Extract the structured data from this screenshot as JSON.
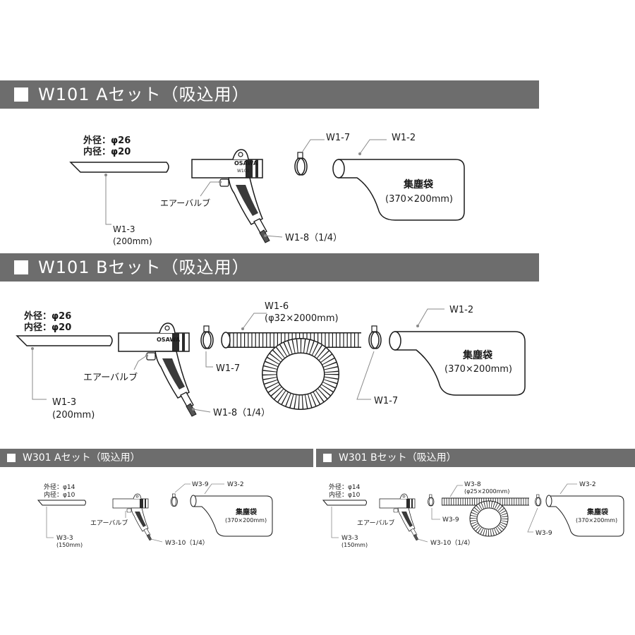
{
  "sections": {
    "w101a": {
      "title": "W101 Aセット（吸込用）",
      "outer": "外径：φ26",
      "inner": "内径：φ20",
      "gun_brand": "OSAWA",
      "gun_model": "W101",
      "air_valve": "エアーバルブ",
      "nozzle_code": "W1-3",
      "nozzle_len": "(200mm)",
      "coupler": "W1-8（1/4）",
      "band_code": "W1-7",
      "bag_code": "W1-2",
      "bag_name": "集塵袋",
      "bag_size": "(370×200mm)"
    },
    "w101b": {
      "title": "W101 Bセット（吸込用）",
      "outer": "外径：φ26",
      "inner": "内径：φ20",
      "gun_brand": "OSAWA",
      "air_valve": "エアーバルブ",
      "nozzle_code": "W1-3",
      "nozzle_len": "(200mm)",
      "coupler": "W1-8（1/4）",
      "band1_code": "W1-7",
      "hose_code": "W1-6",
      "hose_size": "(φ32×2000mm)",
      "band2_code": "W1-7",
      "bag_code": "W1-2",
      "bag_name": "集塵袋",
      "bag_size": "(370×200mm)"
    },
    "w301a": {
      "title": "W301 Aセット（吸込用）",
      "outer": "外径：φ14",
      "inner": "内径：φ10",
      "air_valve": "エアーバルブ",
      "nozzle_code": "W3-3",
      "nozzle_len": "(150mm)",
      "coupler": "W3-10（1/4）",
      "band_code": "W3-9",
      "bag_code": "W3-2",
      "bag_name": "集塵袋",
      "bag_size": "(370×200mm)"
    },
    "w301b": {
      "title": "W301 Bセット（吸込用）",
      "outer": "外径：φ14",
      "inner": "内径：φ10",
      "air_valve": "エアーバルブ",
      "nozzle_code": "W3-3",
      "nozzle_len": "(150mm)",
      "coupler": "W3-10（1/4）",
      "band1_code": "W3-9",
      "hose_code": "W3-8",
      "hose_size": "(φ25×2000mm)",
      "band2_code": "W3-9",
      "bag_code": "W3-2",
      "bag_name": "集塵袋",
      "bag_size": "(370×200mm)"
    }
  },
  "colors": {
    "band": "#6d6d6d",
    "ink": "#1a1a1a",
    "leader": "#8a8a8a",
    "grip": "#3a3a3a"
  }
}
